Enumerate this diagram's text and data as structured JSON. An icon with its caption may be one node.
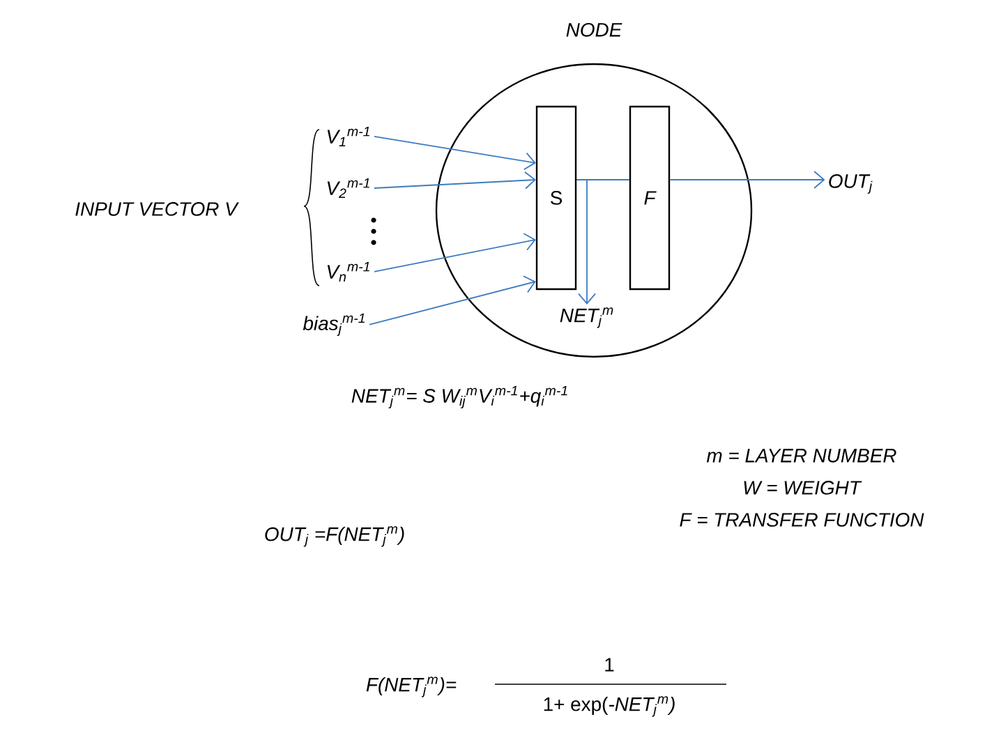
{
  "diagram": {
    "nodes": [
      {
        "text": [
          "NODE"
        ]
      },
      {
        "text": [
          "S"
        ],
        "in": 0
      },
      {
        "text": [
          "F"
        ],
        "in": 0
      },
      {
        "text": [
          "V$_{1}$$^{m-1}$"
        ]
      },
      {
        "text": [
          "V$_{2}$$^{m-1}$"
        ]
      },
      {
        "text": [
          "V$_{n}$$^{m-1}$"
        ]
      },
      {
        "text": [
          "bias$_{j}$$^{m-1}$"
        ]
      },
      {
        "text": [
          "OUT$_{j}$"
        ]
      },
      {
        "text": [
          "NET$_{j}$$^{m}$"
        ],
        "in": 0
      }
    ],
    "edges": [
      {
        "from": 3,
        "to": 1,
        "arrow": "to"
      },
      {
        "from": 4,
        "to": 1,
        "arrow": "to"
      },
      {
        "from": 5,
        "to": 1,
        "arrow": "to"
      },
      {
        "from": 6,
        "to": 1,
        "arrow": "to"
      },
      {
        "from": 1,
        "to": 2,
        "arrow": "none"
      },
      {
        "from": 1,
        "to": 8,
        "arrow": "to"
      },
      {
        "from": 2,
        "to": 7,
        "arrow": "to"
      }
    ],
    "labels": [
      "INPUT VECTOR V",
      "NET$_{j}$$^{m}$= S  W$_{ij}$$^{m}$V$_{i}$$^{m-1}$+q$_{i}$$^{m-1}$",
      "m = LAYER NUMBER",
      "W = WEIGHT",
      "F = TRANSFER FUNCTION",
      "OUT$_{j}$ =F(NET$_{j}$$^{m}$)",
      "F(NET$_{j}$$^{m}$)=",
      "1",
      "1+ exp(*-NET$_{j}$$^{m}$)*"
    ]
  }
}
